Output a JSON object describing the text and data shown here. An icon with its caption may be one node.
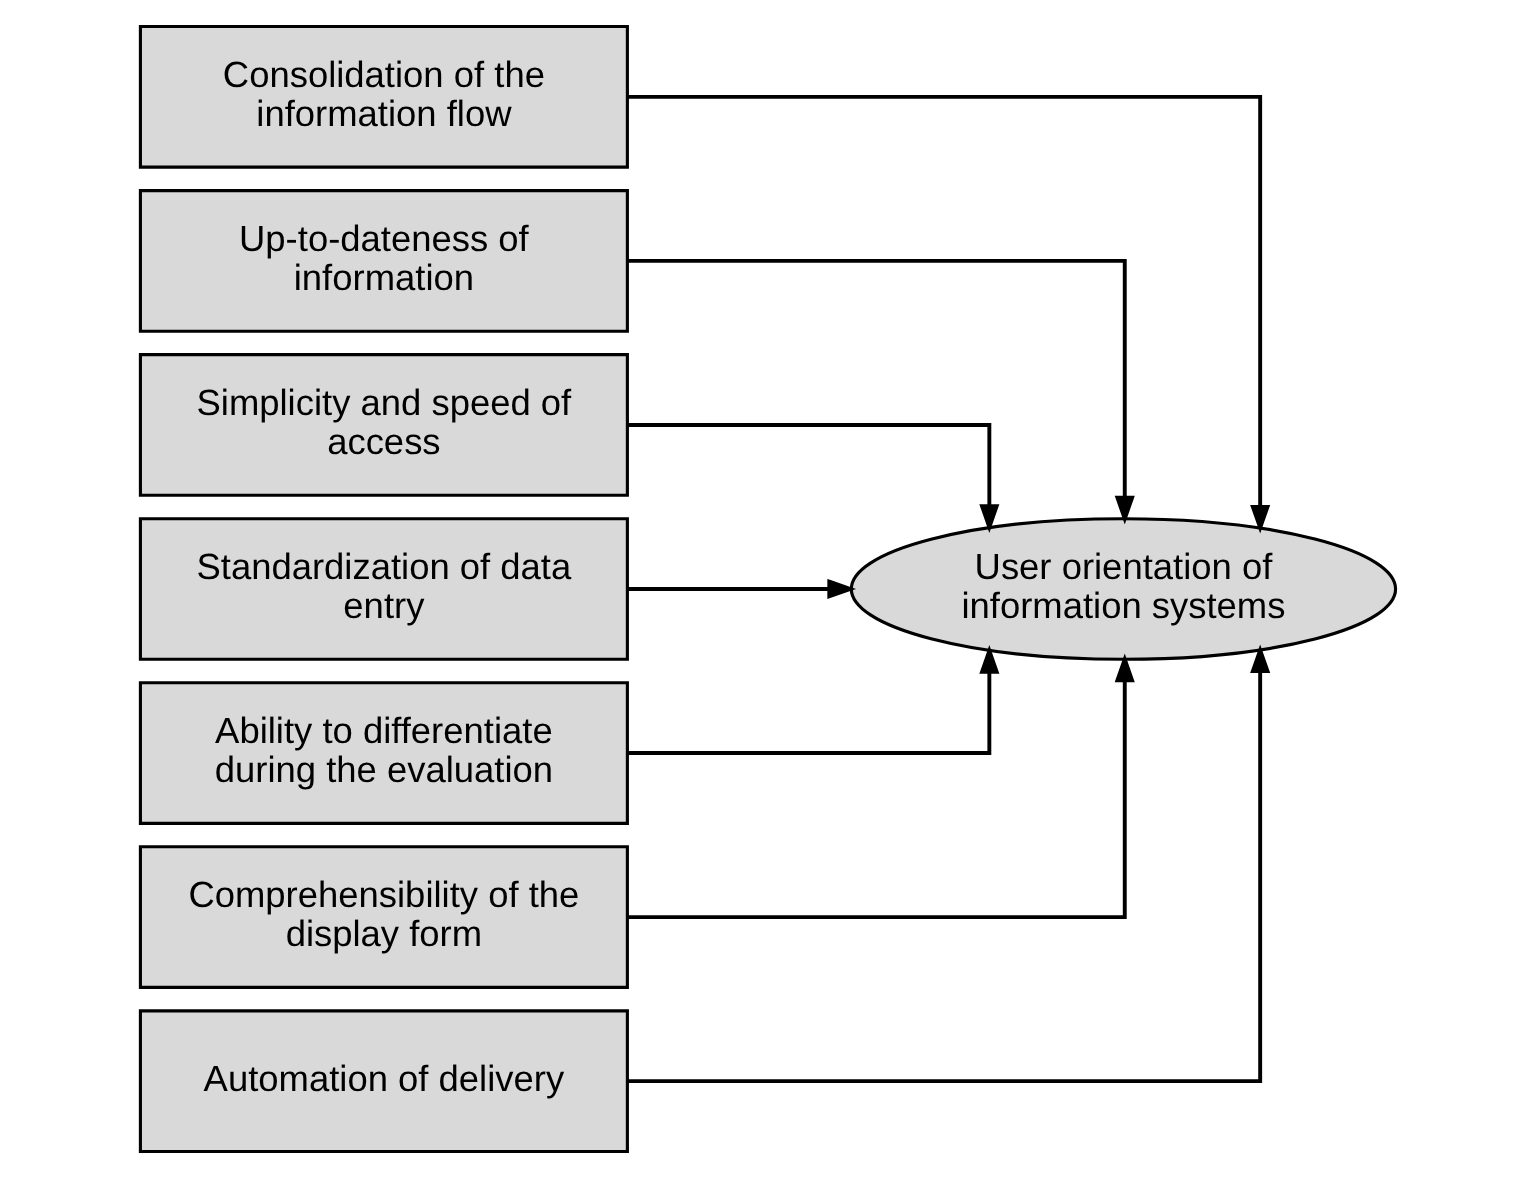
{
  "diagram": {
    "nodes": [
      {
        "text": [
          "Consolidation of the information flow"
        ]
      },
      {
        "text": [
          "Up-to-dateness of information"
        ]
      },
      {
        "text": [
          "Simplicity and speed of access"
        ]
      },
      {
        "text": [
          "Standardization of data entry"
        ]
      },
      {
        "text": [
          "Ability to differentiate during the evaluation"
        ]
      },
      {
        "text": [
          "Comprehensibility of the display form"
        ]
      },
      {
        "text": [
          "Automation of delivery"
        ]
      },
      {
        "text": [
          "User orientation of information systems"
        ]
      }
    ],
    "edges": [
      {
        "from": 0,
        "to": 7,
        "arrow": "to"
      },
      {
        "from": 1,
        "to": 7,
        "arrow": "to"
      },
      {
        "from": 2,
        "to": 7,
        "arrow": "to"
      },
      {
        "from": 3,
        "to": 7,
        "arrow": "to"
      },
      {
        "from": 4,
        "to": 7,
        "arrow": "to"
      },
      {
        "from": 5,
        "to": 7,
        "arrow": "to"
      },
      {
        "from": 6,
        "to": 7,
        "arrow": "to"
      }
    ]
  }
}
